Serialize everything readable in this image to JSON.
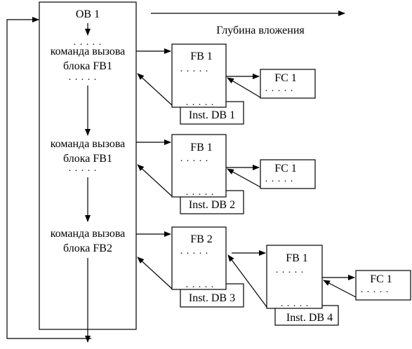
{
  "ob": {
    "title": "OB 1",
    "dots": ". . . . .",
    "call_1_line1": "команда вызова",
    "call_1_line2": "блока FB1",
    "call_2_line1": "команда вызова",
    "call_2_line2": "блока FB1",
    "call_3_line1": "команда вызова",
    "call_3_line2": "блока FB2"
  },
  "depth_label": "Глубина вложения",
  "level1": [
    {
      "block": "FB 1",
      "instance_db": "Inst. DB 1",
      "fc": "FC 1",
      "dots": ". . . . ."
    },
    {
      "block": "FB 1",
      "instance_db": "Inst. DB 2",
      "fc": "FC 1",
      "dots": ". . . . ."
    },
    {
      "block": "FB 2",
      "instance_db": "Inst. DB 3",
      "dots": ". . . . ."
    }
  ],
  "level2": {
    "block": "FB 1",
    "instance_db": "Inst. DB 4",
    "fc": "FC 1",
    "dots": ". . . . ."
  },
  "colors": {
    "line": "#000000",
    "background": "#ffffff"
  }
}
